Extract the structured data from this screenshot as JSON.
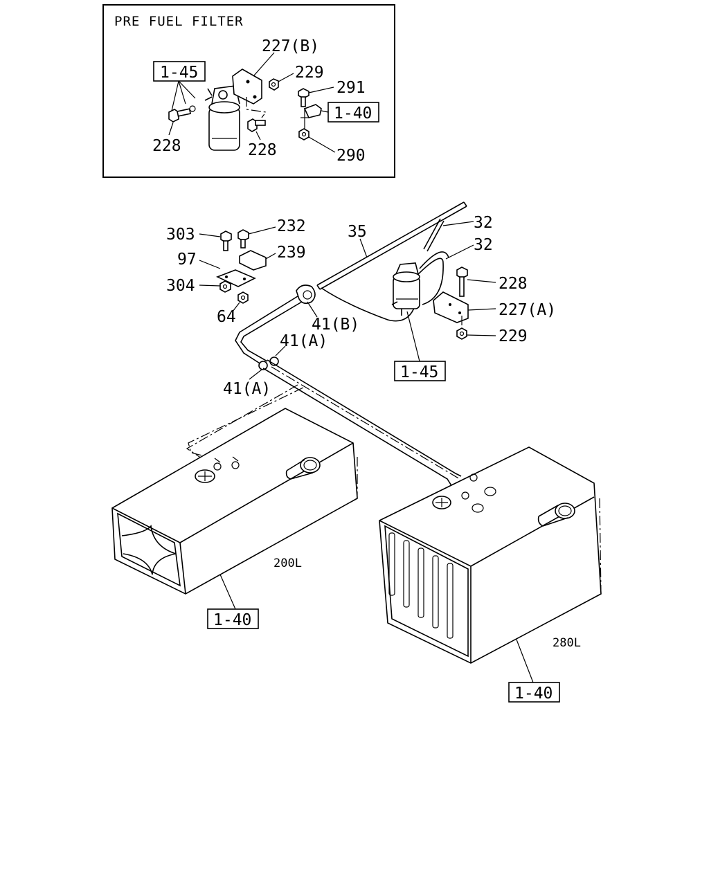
{
  "inset": {
    "title": "PRE FUEL FILTER",
    "labels": {
      "l227b": "227(B)",
      "l229": "229",
      "l291": "291",
      "l228a": "228",
      "l228b": "228",
      "l290": "290"
    },
    "refs": {
      "r145": "1-45",
      "r140": "1-40"
    }
  },
  "main": {
    "labels": {
      "l303": "303",
      "l232": "232",
      "l239": "239",
      "l97": "97",
      "l304": "304",
      "l64": "64",
      "l35": "35",
      "l32a": "32",
      "l32b": "32",
      "l228": "228",
      "l227a": "227(A)",
      "l229": "229",
      "l41b": "41(B)",
      "l41a1": "41(A)",
      "l41a2": "41(A)"
    },
    "refs": {
      "r145": "1-45",
      "r140_left": "1-40",
      "r140_right": "1-40"
    },
    "tanks": {
      "left_volume": "200L",
      "right_volume": "280L"
    }
  }
}
